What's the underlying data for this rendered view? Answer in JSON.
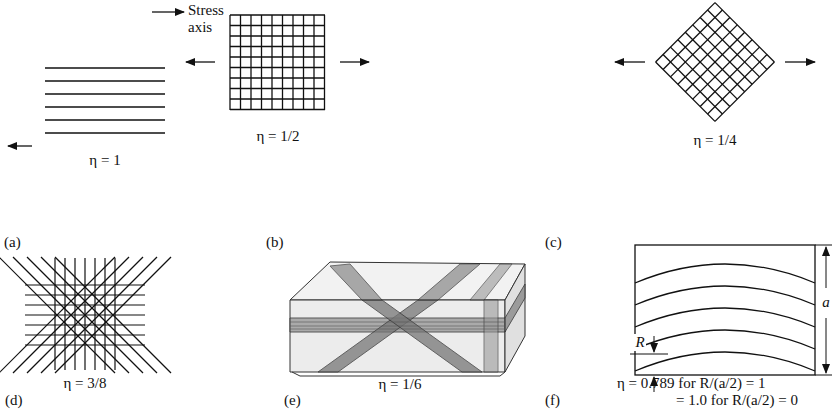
{
  "diagram": {
    "labels": [
      "Stress axis",
      "η = 1",
      "(a)",
      "η = 1/2",
      "(b)",
      "η = 1/4",
      "(c)",
      "η = 3/8",
      "(d)",
      "η = 1/6",
      "(e)",
      "a",
      "R",
      "η = 0.789 for R/(a/2) = 1",
      "= 1.0 for R/(a/2) = 0",
      "(f)"
    ]
  }
}
